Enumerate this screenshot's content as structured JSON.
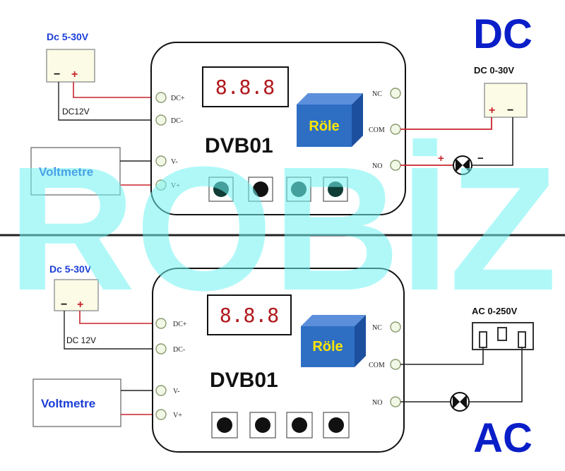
{
  "watermark": "ROBİZ",
  "colors": {
    "blue_text": "#1a3ed6",
    "big_label": "#0a1ec8",
    "relay": "#2e6fc4",
    "relay_text": "#ffe600",
    "display_digits": "#b0181c",
    "wire_red": "#c8242c",
    "watermark": "#6ff2f2"
  },
  "dc": {
    "title": "DC",
    "supply_label": "Dc 5-30V",
    "supply_minus": "−",
    "supply_plus": "+",
    "supply_note": "DC12V",
    "voltmeter": "Voltmetre",
    "display": "8.8.8",
    "model": "DVB01",
    "relay": "Röle",
    "pins_left": [
      "DC+",
      "DC-",
      "V-",
      "V+"
    ],
    "pins_right": [
      "NC",
      "COM",
      "NO"
    ],
    "load_supply": "DC 0-30V",
    "load_plus": "+",
    "load_minus": "−",
    "lamp_plus": "+",
    "lamp_minus": "−"
  },
  "ac": {
    "title": "AC",
    "supply_label": "Dc 5-30V",
    "supply_minus": "−",
    "supply_plus": "+",
    "supply_note": "DC 12V",
    "voltmeter": "Voltmetre",
    "display": "8.8.8",
    "model": "DVB01",
    "relay": "Röle",
    "pins_left": [
      "DC+",
      "DC-",
      "V-",
      "V+"
    ],
    "pins_right": [
      "NC",
      "COM",
      "NO"
    ],
    "load_supply": "AC 0-250V"
  }
}
